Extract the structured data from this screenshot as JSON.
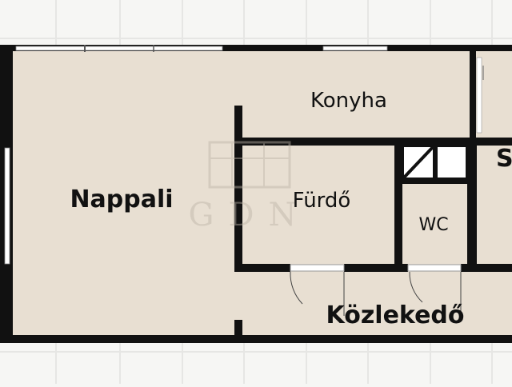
{
  "plan": {
    "colors": {
      "background": "#f6f6f4",
      "grid": "#e6e6e4",
      "floor": "#e8dfd2",
      "wall": "#111111",
      "window": "#ffffff",
      "watermark": "#bdb4a8"
    },
    "rooms": {
      "nappali": "Nappali",
      "konyha": "Konyha",
      "furdo": "Fürdő",
      "wc": "WC",
      "kozlekedo": "Közlekedő",
      "cut": "S"
    },
    "watermark_text": "GDN"
  }
}
